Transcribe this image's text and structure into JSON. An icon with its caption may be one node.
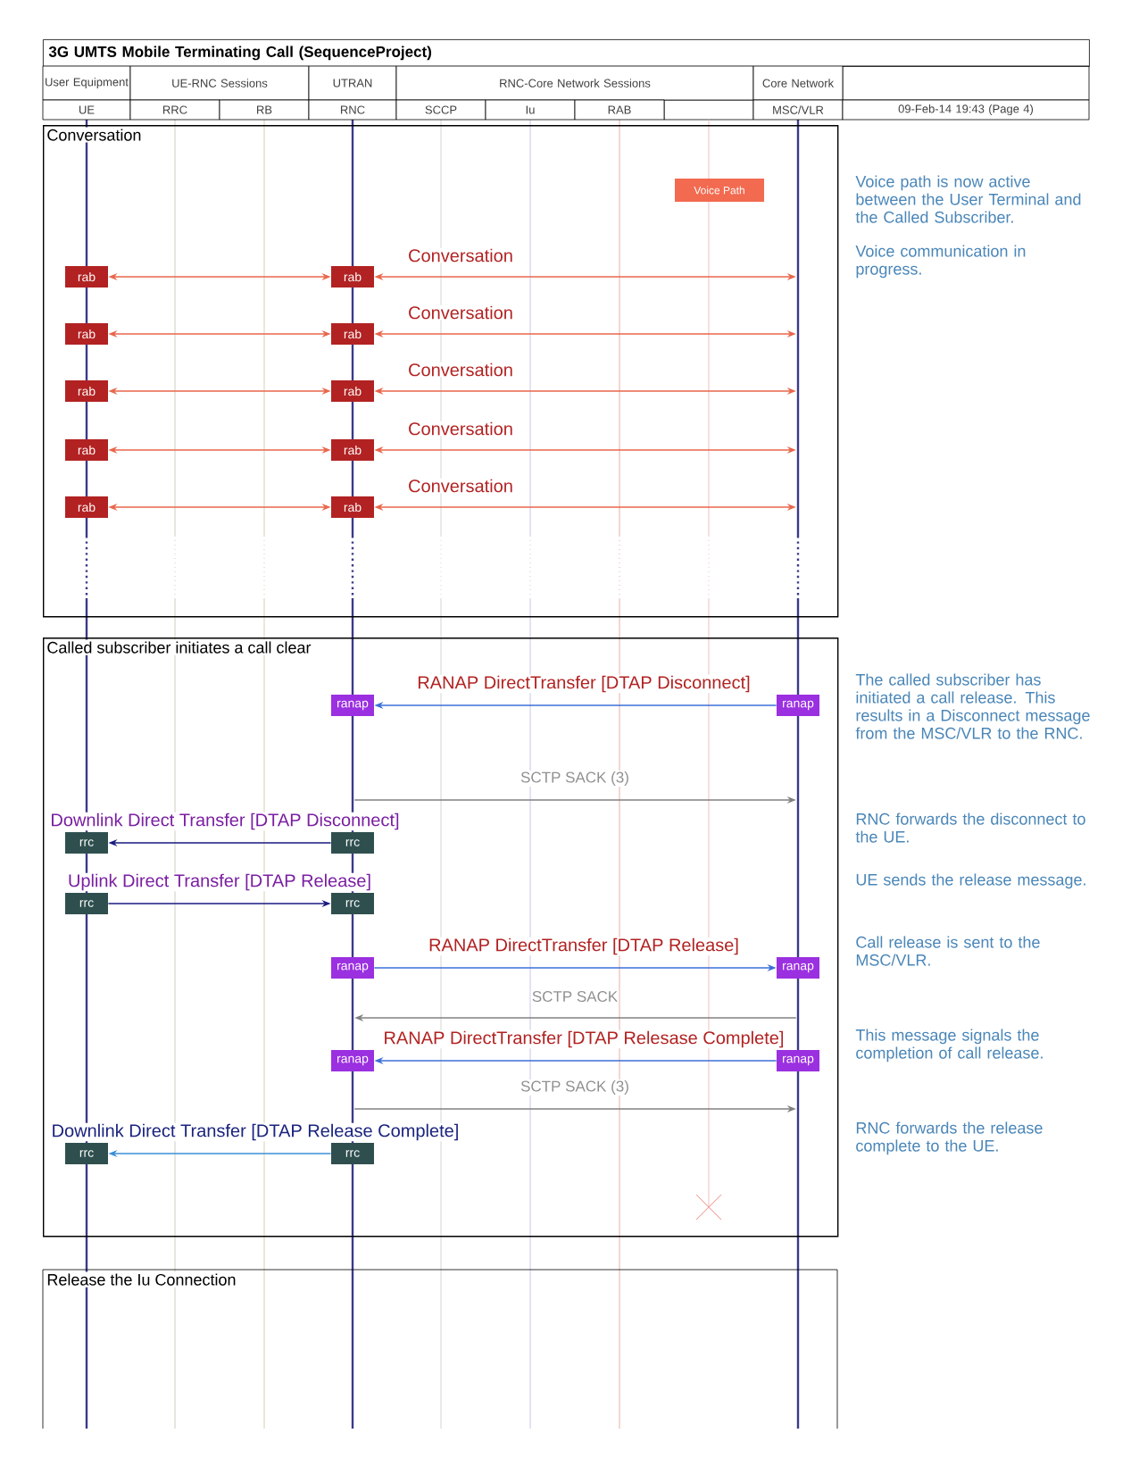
{
  "diagram": {
    "title": "3G UMTS Mobile Terminating Call (SequenceProject)",
    "nodes": [
      {
        "text": [],
        "shape": "line"
      },
      {
        "text": [],
        "shape": "line"
      },
      {
        "text": [],
        "shape": "line"
      },
      {
        "text": [],
        "shape": "line"
      },
      {
        "text": [],
        "shape": "line"
      },
      {
        "text": [],
        "shape": "line"
      },
      {
        "text": [],
        "shape": "line"
      },
      {
        "text": [],
        "shape": "line"
      },
      {
        "text": [],
        "shape": "line"
      },
      {
        "text": [
          "Conversation"
        ]
      },
      {
        "text": [
          "Voice Path"
        ],
        "in": 9
      },
      {
        "text": [
          "rab"
        ],
        "in": 9
      },
      {
        "text": [
          "rab"
        ],
        "in": 9
      },
      {
        "text": [
          "rab"
        ],
        "in": 9
      },
      {
        "text": [
          "rab"
        ],
        "in": 9
      },
      {
        "text": [
          "rab"
        ],
        "in": 9
      },
      {
        "text": [
          "rab"
        ],
        "in": 9
      },
      {
        "text": [
          "rab"
        ],
        "in": 9
      },
      {
        "text": [
          "rab"
        ],
        "in": 9
      },
      {
        "text": [
          "rab"
        ],
        "in": 9
      },
      {
        "text": [
          "rab"
        ],
        "in": 9
      },
      {
        "text": [
          "Called subscriber initiates a call clear"
        ]
      },
      {
        "text": [
          "ranap"
        ],
        "in": 21
      },
      {
        "text": [
          "ranap"
        ],
        "in": 21
      },
      {
        "text": [
          "rrc"
        ],
        "in": 21
      },
      {
        "text": [
          "rrc"
        ],
        "in": 21
      },
      {
        "text": [
          "rrc"
        ],
        "in": 21
      },
      {
        "text": [
          "rrc"
        ],
        "in": 21
      },
      {
        "text": [
          "ranap"
        ],
        "in": 21
      },
      {
        "text": [
          "ranap"
        ],
        "in": 21
      },
      {
        "text": [
          "ranap"
        ],
        "in": 21
      },
      {
        "text": [
          "ranap"
        ],
        "in": 21
      },
      {
        "text": [
          "rrc"
        ],
        "in": 21
      },
      {
        "text": [
          "rrc"
        ],
        "in": 21
      },
      {
        "text": [
          "Release the Iu Connection"
        ]
      }
    ],
    "edges": [
      {
        "from": 11,
        "to": 12,
        "arrow": "both"
      },
      {
        "from": 12,
        "to": 8,
        "arrow": "both",
        "label": "Conversation"
      },
      {
        "from": 13,
        "to": 14,
        "arrow": "both"
      },
      {
        "from": 14,
        "to": 8,
        "arrow": "both",
        "label": "Conversation"
      },
      {
        "from": 15,
        "to": 16,
        "arrow": "both"
      },
      {
        "from": 16,
        "to": 8,
        "arrow": "both",
        "label": "Conversation"
      },
      {
        "from": 17,
        "to": 18,
        "arrow": "both"
      },
      {
        "from": 18,
        "to": 8,
        "arrow": "both",
        "label": "Conversation"
      },
      {
        "from": 19,
        "to": 20,
        "arrow": "both"
      },
      {
        "from": 20,
        "to": 8,
        "arrow": "both",
        "label": "Conversation"
      },
      {
        "from": 23,
        "to": 22,
        "arrow": "to",
        "label": "RANAP DirectTransfer [DTAP Disconnect]",
        "color": "#3b6fd8"
      },
      {
        "from": 3,
        "to": 8,
        "arrow": "to",
        "label": "SCTP SACK (3)",
        "color": "#808080"
      },
      {
        "from": 25,
        "to": 24,
        "arrow": "to",
        "label": "Downlink Direct Transfer [DTAP Disconnect]",
        "color": "#1a1a80"
      },
      {
        "from": 26,
        "to": 27,
        "arrow": "to",
        "label": "Uplink Direct Transfer [DTAP Release]",
        "color": "#1a1a80"
      },
      {
        "from": 28,
        "to": 29,
        "arrow": "to",
        "label": "RANAP DirectTransfer [DTAP Release]",
        "color": "#3b6fd8"
      },
      {
        "from": 8,
        "to": 3,
        "arrow": "to",
        "label": "SCTP SACK",
        "color": "#808080"
      },
      {
        "from": 31,
        "to": 30,
        "arrow": "to",
        "label": "RANAP DirectTransfer [DTAP Relesase Complete]",
        "color": "#3b6fd8"
      },
      {
        "from": 3,
        "to": 8,
        "arrow": "to",
        "label": "SCTP SACK (3)",
        "color": "#808080"
      },
      {
        "from": 33,
        "to": 32,
        "arrow": "to",
        "label": "Downlink Direct Transfer [DTAP Release Complete]",
        "color": "#3a8fd8"
      }
    ],
    "labels": [
      "User Equipment",
      "UE-RNC Sessions",
      "UTRAN",
      "RNC-Core Network Sessions",
      "Core Network",
      "UE",
      "RRC",
      "RB",
      "RNC",
      "SCCP",
      "Iu",
      "RAB",
      "MSC/VLR",
      "09-Feb-14 19:43 (Page 4)",
      "Voice path is now active between the User Terminal and the Called Subscriber.",
      "Voice communication in progress.",
      "The called subscriber has initiated a call release. This results in a Disconnect message from the MSC/VLR to the RNC.",
      "RNC forwards the disconnect to the UE.",
      "UE sends the release message.",
      "Call release is sent to the MSC/VLR.",
      "This message signals the completion of call release.",
      "RNC forwards the release complete to the UE."
    ]
  }
}
